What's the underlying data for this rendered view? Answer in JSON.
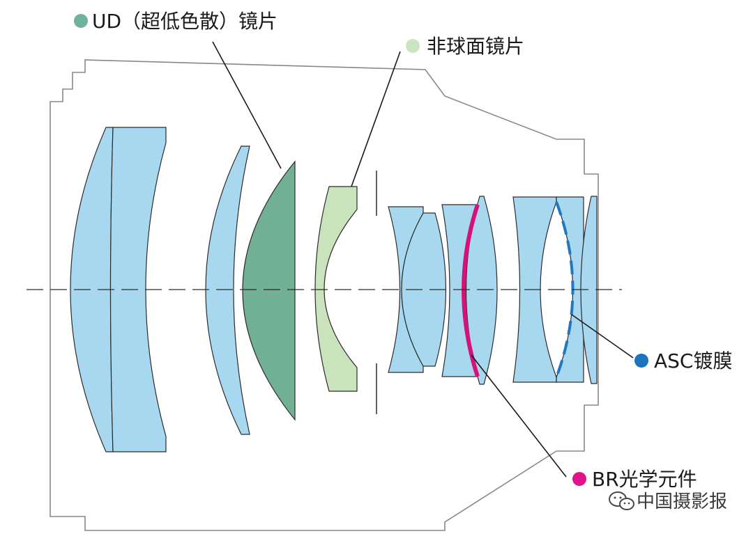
{
  "labels": {
    "ud_lens": "UD（超低色散）镜片",
    "aspherical_lens": "非球面镜片",
    "asc_coating": "ASC镀膜",
    "br_optics": "BR光学元件"
  },
  "watermark": "中国摄影报",
  "colors": {
    "standard_glass": "#a8d8f0",
    "ud_glass": "#72b096",
    "aspherical_glass": "#c9e3bd",
    "br_element": "#d6127a",
    "asc_coating": "#1f78c1",
    "ud_dot": "#6fb49a",
    "aspherical_dot": "#c9e6c1",
    "asc_dot": "#1d74be",
    "br_dot": "#e0148a",
    "outline": "#2b2b2b",
    "barrel": "#888888"
  },
  "icons": {
    "watermark": "wechat-icon"
  }
}
